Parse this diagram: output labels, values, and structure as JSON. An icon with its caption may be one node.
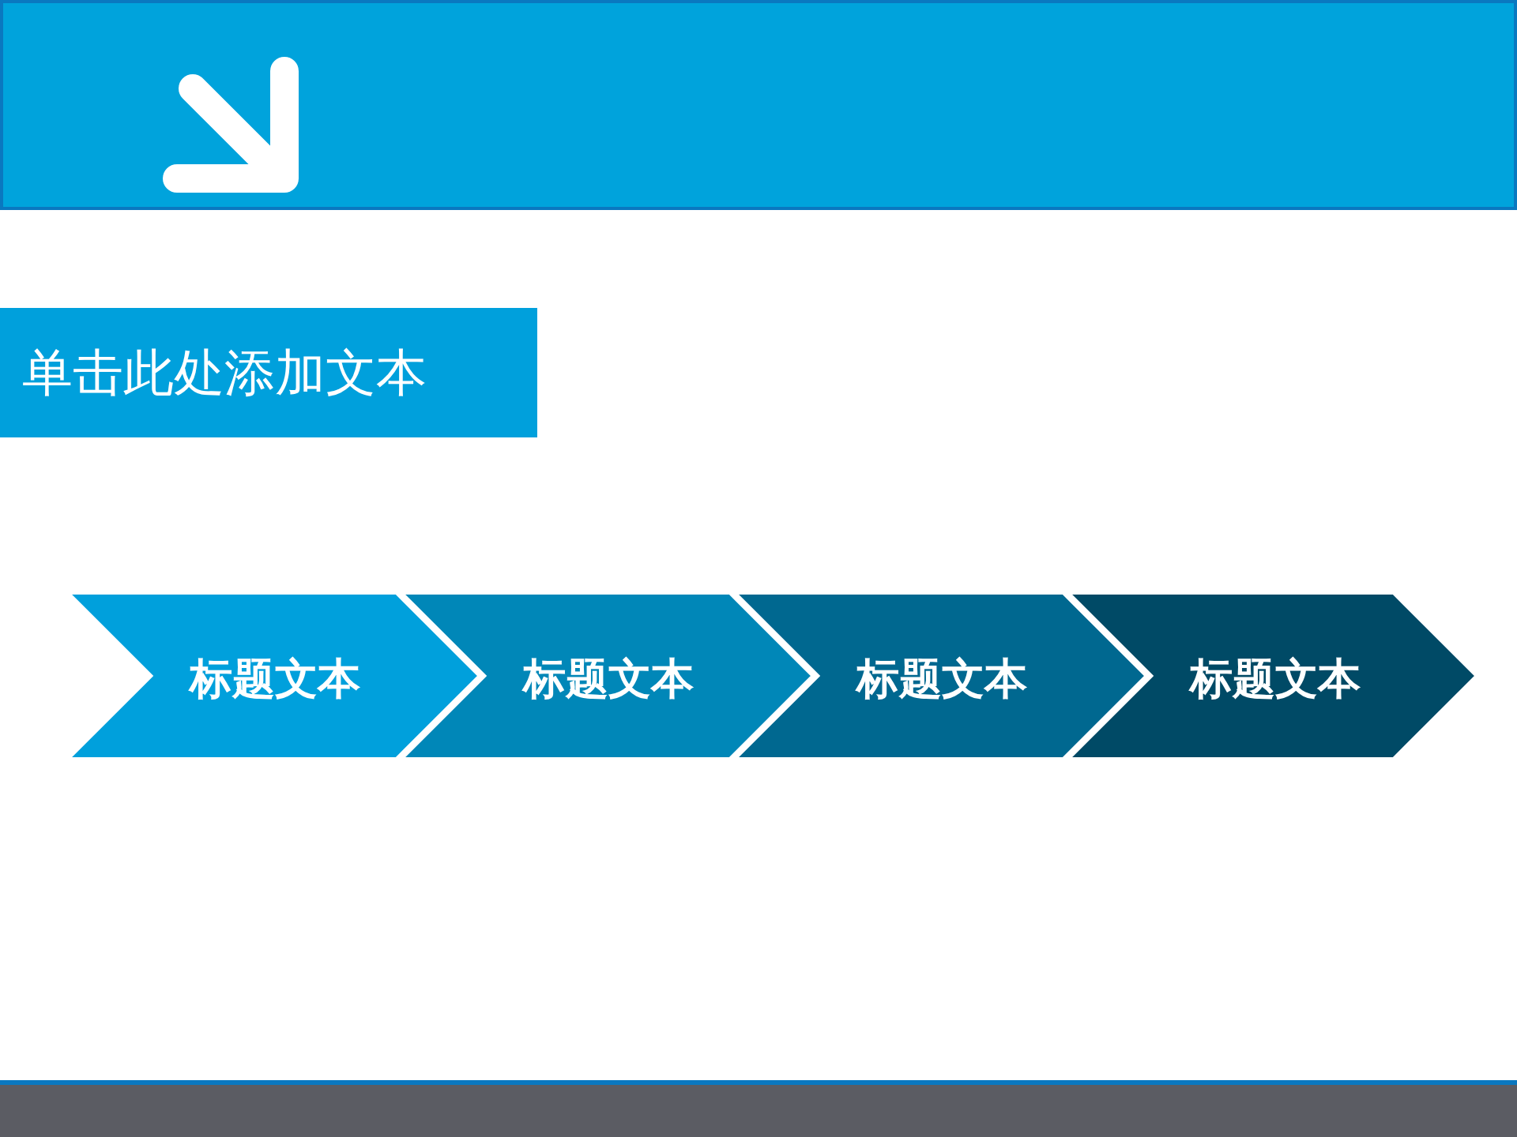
{
  "diagram": {
    "nodes": [
      {
        "text": [
          "单击此处添加文本"
        ]
      },
      {
        "text": [
          "标题文本"
        ]
      },
      {
        "text": [
          "标题文本"
        ]
      },
      {
        "text": [
          "标题文本"
        ]
      },
      {
        "text": [
          "标题文本"
        ]
      }
    ]
  }
}
